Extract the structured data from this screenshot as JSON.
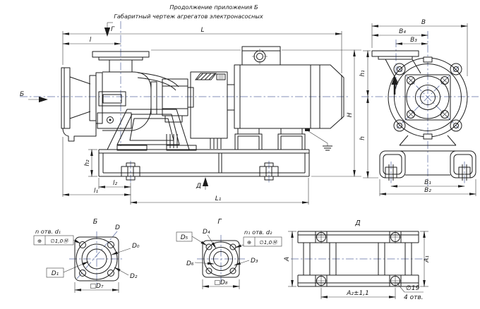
{
  "title": {
    "line1": "Продолжение приложения Б",
    "line2": "Габаритный чертеж агрегатов электронасосных"
  },
  "side_view": {
    "view_arrow_b": "Б",
    "view_arrow_g": "Г",
    "view_arrow_d": "Д",
    "dim_L": "L",
    "dim_l": "l",
    "dim_H": "H",
    "dim_h2": "h₂",
    "dim_l1": "l₁",
    "dim_l2": "l₂",
    "dim_L1": "L₁"
  },
  "end_view": {
    "dim_B": "B",
    "dim_B4": "B₄",
    "dim_B3": "B₃",
    "dim_h1": "h₁",
    "dim_h": "h",
    "dim_B1": "B₁",
    "dim_B2": "B₂"
  },
  "detail_b": {
    "title": "Б",
    "holes_note": "n отв. d₁",
    "tolerance_symbol": "⊕",
    "tolerance_value": "∅1,0Ⓜ",
    "dim_D": "D",
    "dim_D0": "D₀",
    "dim_D1": "D₁",
    "dim_D2": "D₂",
    "dim_D7": "□D₇"
  },
  "detail_g": {
    "title": "Г",
    "holes_note": "n₁ отв. d₂",
    "tolerance_symbol": "⊕",
    "tolerance_value": "∅1,0Ⓜ",
    "dim_D3": "D₃",
    "dim_D4": "D₄",
    "dim_D5": "D₅",
    "dim_D6": "D₆",
    "dim_D8": "□D₈"
  },
  "detail_d": {
    "title": "Д",
    "dim_A": "A",
    "dim_A1": "A₁",
    "dim_A2": "A₂±1,1",
    "hole_dia": "∅19",
    "hole_count": "4 отв."
  },
  "colors": {
    "line": "#1c1c1c",
    "centerline": "#5c6da1",
    "background": "#ffffff"
  }
}
